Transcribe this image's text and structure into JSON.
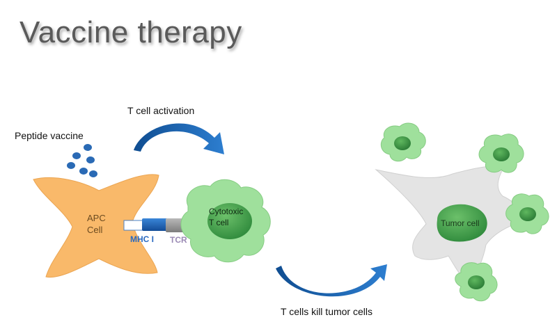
{
  "title": "Vaccine therapy",
  "labels": {
    "activation": "T cell activation",
    "peptide": "Peptide vaccine",
    "apc_line1": "APC",
    "apc_line2": "Cell",
    "mhc": "MHC I",
    "tcr": "TCR",
    "cytotoxic_line1": "Cytotoxic",
    "cytotoxic_line2": "T cell",
    "tumor": "Tumor cell",
    "kill": "T cells  kill tumor cells"
  },
  "colors": {
    "apc": "#f9b96a",
    "tcell": "#9fe09c",
    "nucleus": "#3f9a48",
    "arrow": "#1a5ea6",
    "tumor": "#e4e4e4",
    "mhc": "#2a6ac0",
    "tcr": "#9a9a9a",
    "peptide": "#2a6ab5"
  }
}
